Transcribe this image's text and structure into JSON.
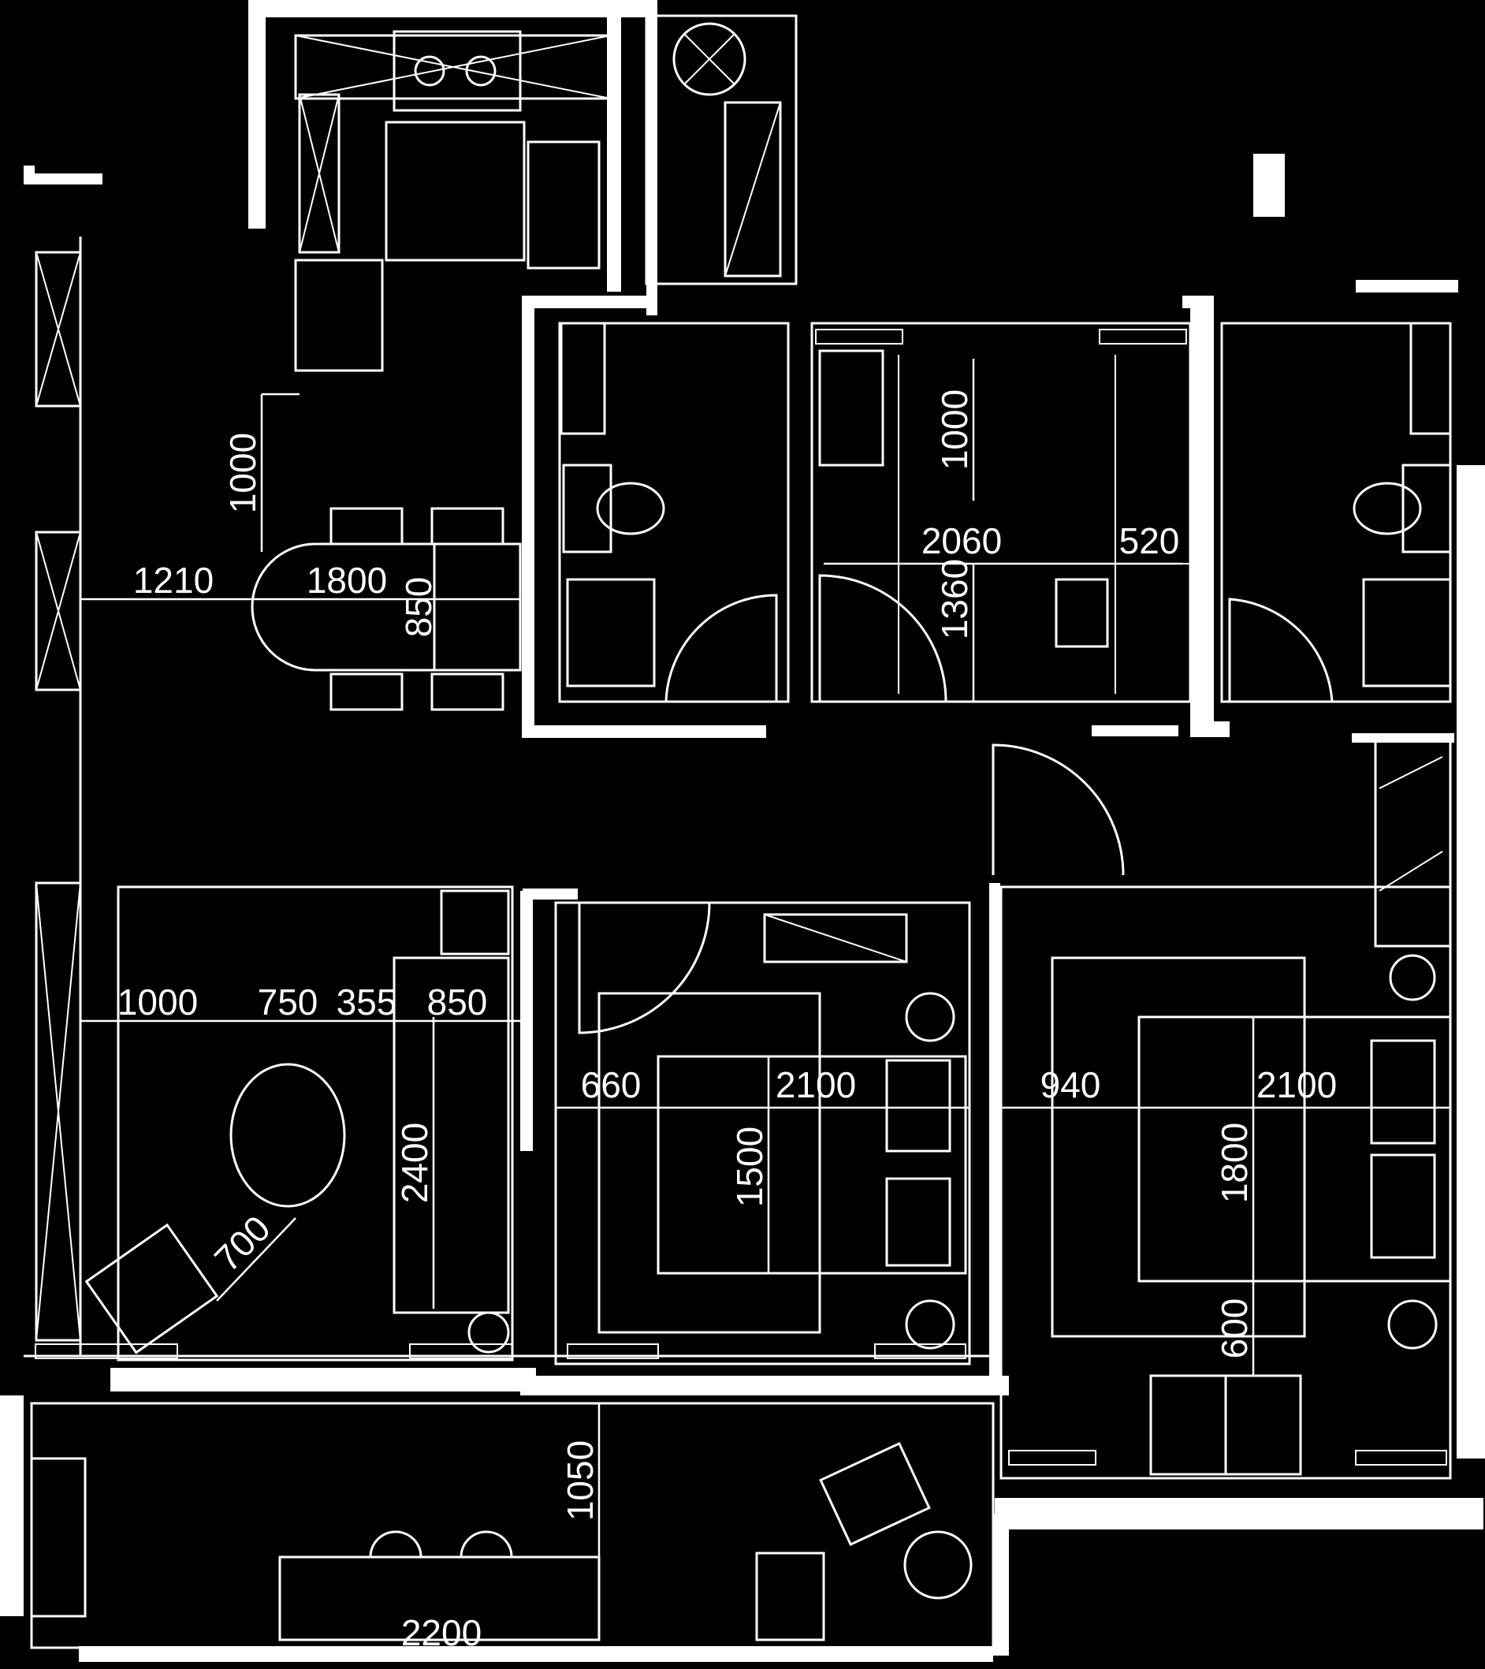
{
  "colors": {
    "background": "#000000",
    "line": "#ffffff"
  },
  "icons": [
    "stove-icon",
    "sink-icon",
    "washing-machine-icon",
    "toilet-icon",
    "basin-icon",
    "bed-icon",
    "sofa-icon",
    "armchair-icon",
    "dining-table-icon",
    "plant-icon",
    "curtain-icon",
    "door-swing-icon"
  ],
  "dimensions": {
    "d1000_dining": "1000",
    "d1210": "1210",
    "d1800_table": "1800",
    "d850_table": "850",
    "d1000_study": "1000",
    "d2060": "2060",
    "d520": "520",
    "d1360": "1360",
    "d1000_living": "1000",
    "d750": "750",
    "d355": "355",
    "d850_living": "850",
    "d2400": "2400",
    "d700": "700",
    "d660": "660",
    "d2100_bed2": "2100",
    "d1500": "1500",
    "d940": "940",
    "d2100_master": "2100",
    "d1800_master": "1800",
    "d600": "600",
    "d1050": "1050",
    "d2200": "2200"
  }
}
